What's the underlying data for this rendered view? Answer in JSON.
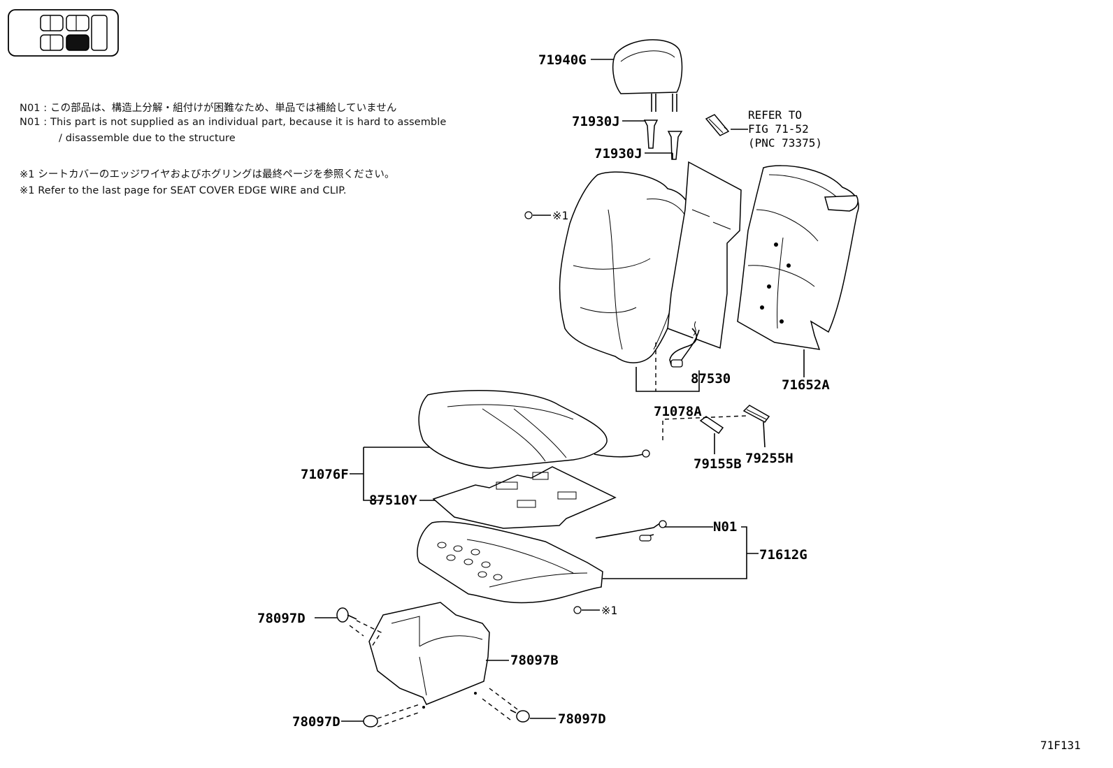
{
  "notes": {
    "n01_ja": "N01 : この部品は、構造上分解・組付けが困難なため、単品では補給していません",
    "n01_en_1": "N01 : This part is not supplied as an individual part, because it is hard to assemble",
    "n01_en_2": "/ disassemble due to the structure",
    "ref_ja": "※1  シートカバーのエッジワイヤおよびホグリングは最終ページを参照ください。",
    "ref_en": "※1  Refer to the last page for SEAT COVER EDGE WIRE and CLIP."
  },
  "refer_to": {
    "line1": "REFER TO",
    "line2": "FIG 71-52",
    "line3": "(PNC 73375)"
  },
  "callouts": {
    "headrest": "71940G",
    "guide_a": "71930J",
    "guide_b": "71930J",
    "back_clip_ref": "※1",
    "sensor": "87530",
    "back_frame": "71652A",
    "back_cover": "71078A",
    "bezel_a": "79155B",
    "bezel_b": "79255H",
    "cushion_cover": "71076F",
    "heater": "87510Y",
    "harness": "N01",
    "cushion_pad": "71612G",
    "cushion_clip_ref": "※1",
    "shield": "78097B",
    "clip_top": "78097D",
    "clip_bottom_left": "78097D",
    "clip_bottom_right": "78097D"
  },
  "figure_id": "71F131"
}
